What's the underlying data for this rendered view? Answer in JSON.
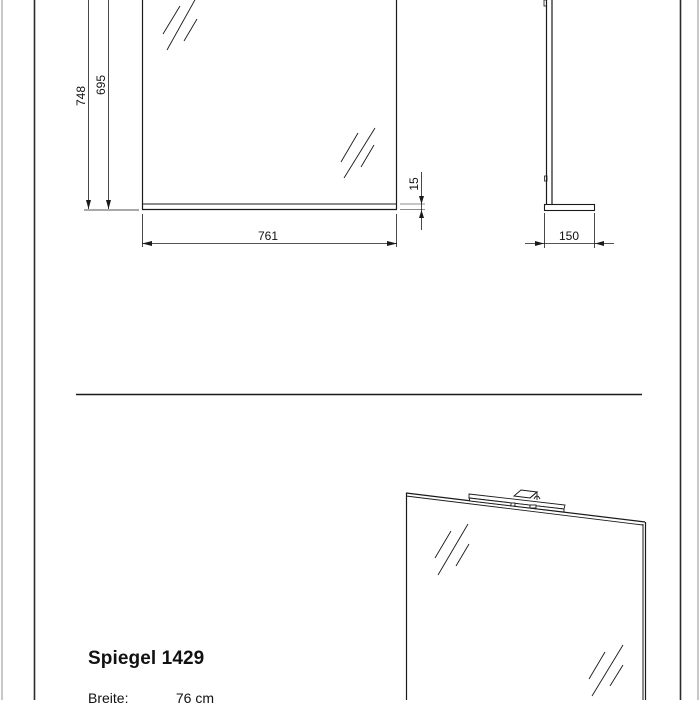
{
  "drawing": {
    "front_view": {
      "height_outer_label": "748",
      "height_inner_label": "695",
      "width_label": "761",
      "shelf_thickness_label": "15"
    },
    "side_view": {
      "depth_label": "150"
    }
  },
  "product": {
    "title": "Spiegel 1429",
    "specs": [
      {
        "label": "Breite:",
        "value": "76 cm"
      }
    ]
  },
  "colors": {
    "line": "#1a1a1a",
    "frame": "#2a2a2a",
    "edge": "#c8c8c8"
  }
}
